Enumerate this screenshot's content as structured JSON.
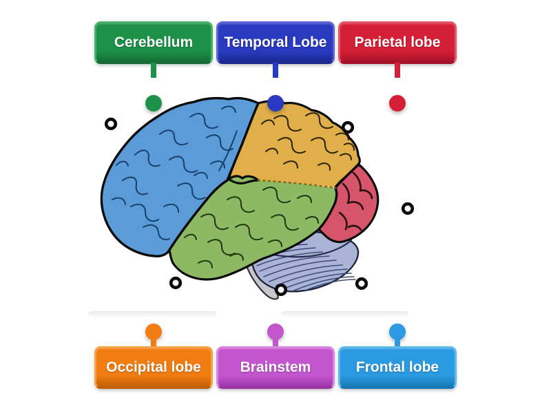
{
  "activity": {
    "labels": [
      {
        "id": "cerebellum",
        "text": "Cerebellum",
        "row": "top",
        "col": 1,
        "fill": "#1d9147",
        "light": "#45b267",
        "dark": "#156c36"
      },
      {
        "id": "temporal-lobe",
        "text": "Temporal Lobe",
        "row": "top",
        "col": 2,
        "fill": "#2a3ac0",
        "light": "#5a66d6",
        "dark": "#1d2a8e"
      },
      {
        "id": "parietal-lobe",
        "text": "Parietal lobe",
        "row": "top",
        "col": 3,
        "fill": "#d51f37",
        "light": "#e55565",
        "dark": "#a5132a"
      },
      {
        "id": "occipital-lobe",
        "text": "Occipital lobe",
        "row": "bottom",
        "col": 1,
        "fill": "#f07c12",
        "light": "#f7a14b",
        "dark": "#c25f05"
      },
      {
        "id": "brainstem",
        "text": "Brainstem",
        "row": "bottom",
        "col": 2,
        "fill": "#c355cf",
        "light": "#d886e1",
        "dark": "#9c35a8"
      },
      {
        "id": "frontal-lobe",
        "text": "Frontal lobe",
        "row": "bottom",
        "col": 3,
        "fill": "#2b9ae0",
        "light": "#5fb9ec",
        "dark": "#1878b5"
      }
    ],
    "targets": [
      {
        "x": "161",
        "y": "180"
      },
      {
        "x": "505",
        "y": "185"
      },
      {
        "x": "592",
        "y": "303"
      },
      {
        "x": "255",
        "y": "411"
      },
      {
        "x": "408",
        "y": "421"
      },
      {
        "x": "525",
        "y": "412"
      }
    ],
    "brain_regions": [
      {
        "name": "frontal-lobe-region",
        "color": "#5b9bd8"
      },
      {
        "name": "parietal-lobe-region",
        "color": "#e0af4a"
      },
      {
        "name": "temporal-lobe-region",
        "color": "#8db964"
      },
      {
        "name": "occipital-lobe-region",
        "color": "#d6556b"
      },
      {
        "name": "cerebellum-region",
        "color": "#aab4d6"
      },
      {
        "name": "brainstem-region",
        "color": "#c7c7cd"
      }
    ]
  }
}
